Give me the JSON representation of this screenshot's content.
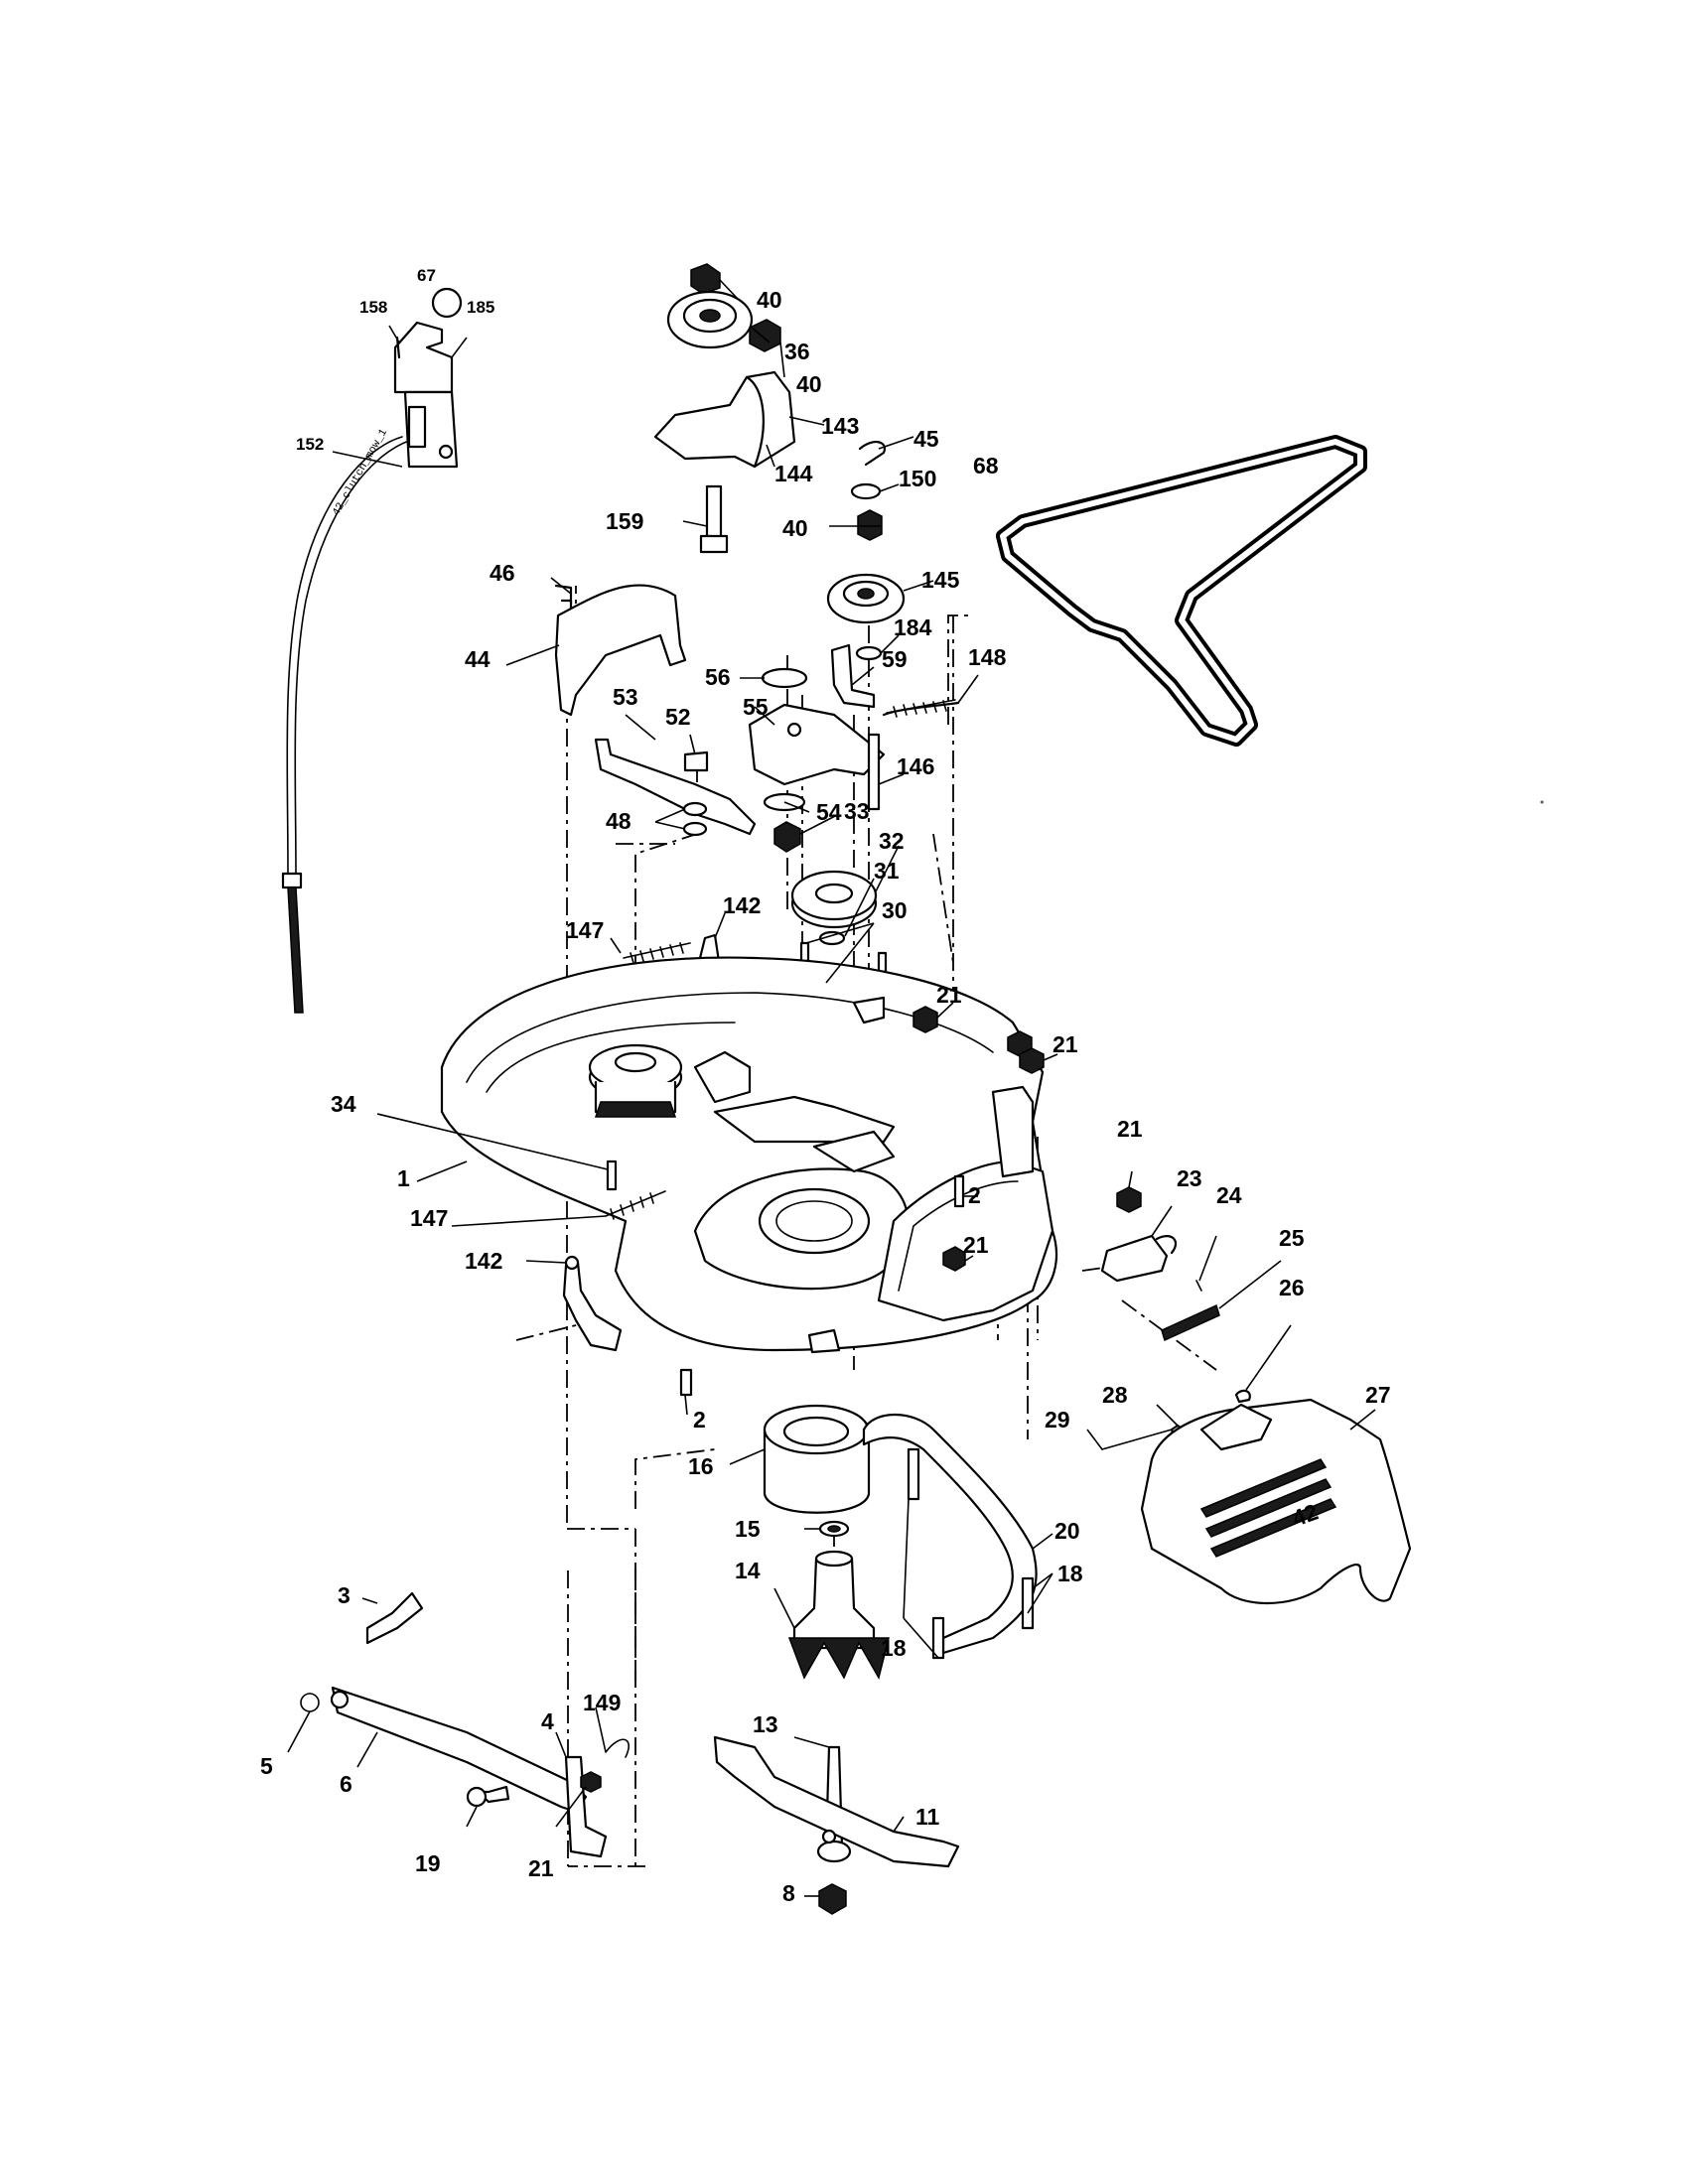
{
  "diagram": {
    "cable_text": "42_clutch_mow_1",
    "deck_size_mark": "42",
    "labels": [
      {
        "id": "p67",
        "text": "67"
      },
      {
        "id": "p158",
        "text": "158"
      },
      {
        "id": "p185",
        "text": "185"
      },
      {
        "id": "p152",
        "text": "152"
      },
      {
        "id": "p40a",
        "text": "40"
      },
      {
        "id": "p36",
        "text": "36"
      },
      {
        "id": "p40b",
        "text": "40"
      },
      {
        "id": "p143",
        "text": "143"
      },
      {
        "id": "p144",
        "text": "144"
      },
      {
        "id": "p45",
        "text": "45"
      },
      {
        "id": "p150",
        "text": "150"
      },
      {
        "id": "p68",
        "text": "68"
      },
      {
        "id": "p159",
        "text": "159"
      },
      {
        "id": "p40c",
        "text": "40"
      },
      {
        "id": "p46",
        "text": "46"
      },
      {
        "id": "p145",
        "text": "145"
      },
      {
        "id": "p184",
        "text": "184"
      },
      {
        "id": "p44",
        "text": "44"
      },
      {
        "id": "p56",
        "text": "56"
      },
      {
        "id": "p59",
        "text": "59"
      },
      {
        "id": "p148",
        "text": "148"
      },
      {
        "id": "p53",
        "text": "53"
      },
      {
        "id": "p52",
        "text": "52"
      },
      {
        "id": "p55",
        "text": "55"
      },
      {
        "id": "p146",
        "text": "146"
      },
      {
        "id": "p54",
        "text": "54"
      },
      {
        "id": "p33",
        "text": "33"
      },
      {
        "id": "p48",
        "text": "48"
      },
      {
        "id": "p32",
        "text": "32"
      },
      {
        "id": "p31",
        "text": "31"
      },
      {
        "id": "p142a",
        "text": "142"
      },
      {
        "id": "p30",
        "text": "30"
      },
      {
        "id": "p147a",
        "text": "147"
      },
      {
        "id": "p21a",
        "text": "21"
      },
      {
        "id": "p21b",
        "text": "21"
      },
      {
        "id": "p34",
        "text": "34"
      },
      {
        "id": "p21c",
        "text": "21"
      },
      {
        "id": "p1",
        "text": "1"
      },
      {
        "id": "p23",
        "text": "23"
      },
      {
        "id": "p147b",
        "text": "147"
      },
      {
        "id": "p2a",
        "text": "2"
      },
      {
        "id": "p24",
        "text": "24"
      },
      {
        "id": "p21d",
        "text": "21"
      },
      {
        "id": "p142b",
        "text": "142"
      },
      {
        "id": "p25",
        "text": "25"
      },
      {
        "id": "p26",
        "text": "26"
      },
      {
        "id": "p2b",
        "text": "2"
      },
      {
        "id": "p28",
        "text": "28"
      },
      {
        "id": "p27",
        "text": "27"
      },
      {
        "id": "p29",
        "text": "29"
      },
      {
        "id": "p16",
        "text": "16"
      },
      {
        "id": "p15",
        "text": "15"
      },
      {
        "id": "p20",
        "text": "20"
      },
      {
        "id": "p14",
        "text": "14"
      },
      {
        "id": "p18a",
        "text": "18"
      },
      {
        "id": "p18b",
        "text": "18"
      },
      {
        "id": "p3",
        "text": "3"
      },
      {
        "id": "p149",
        "text": "149"
      },
      {
        "id": "p4",
        "text": "4"
      },
      {
        "id": "p13",
        "text": "13"
      },
      {
        "id": "p5",
        "text": "5"
      },
      {
        "id": "p6",
        "text": "6"
      },
      {
        "id": "p11",
        "text": "11"
      },
      {
        "id": "p8",
        "text": "8"
      },
      {
        "id": "p19",
        "text": "19"
      },
      {
        "id": "p21e",
        "text": "21"
      }
    ]
  }
}
